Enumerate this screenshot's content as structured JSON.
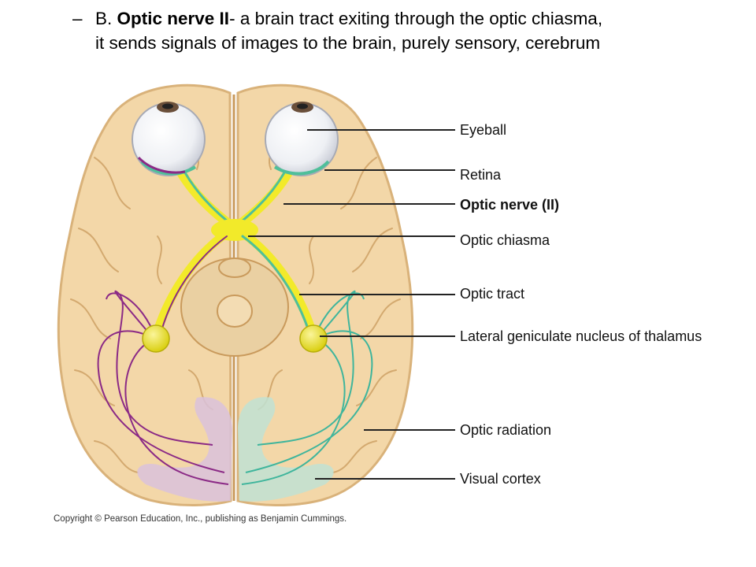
{
  "bullet": {
    "dash": "–",
    "prefix": "B. ",
    "term": "Optic nerve II",
    "line1_rest": "- a brain tract exiting through the optic chiasma,",
    "line2": "it sends signals of images to the brain, purely sensory, cerebrum"
  },
  "labels": {
    "eyeball": "Eyeball",
    "retina": "Retina",
    "optic_nerve": "Optic nerve (II)",
    "optic_chiasma": "Optic chiasma",
    "optic_tract": "Optic tract",
    "lgn": "Lateral geniculate nucleus of thalamus",
    "optic_radiation": "Optic radiation",
    "visual_cortex": "Visual cortex"
  },
  "copyright": "Copyright © Pearson Education, Inc., publishing as Benjamin Cummings.",
  "colors": {
    "brain_fill": "#f3d7a8",
    "brain_shadow": "#d9b27a",
    "fold_line": "#c99a5c",
    "nerve_yellow": "#f2ea2a",
    "nerve_green": "#4fbf9a",
    "radiation_purple": "#8b2a86",
    "radiation_teal": "#3fb59c",
    "cortex_purple": "#d9c2dc",
    "cortex_teal": "#bfe2d3",
    "leader": "#222222"
  }
}
